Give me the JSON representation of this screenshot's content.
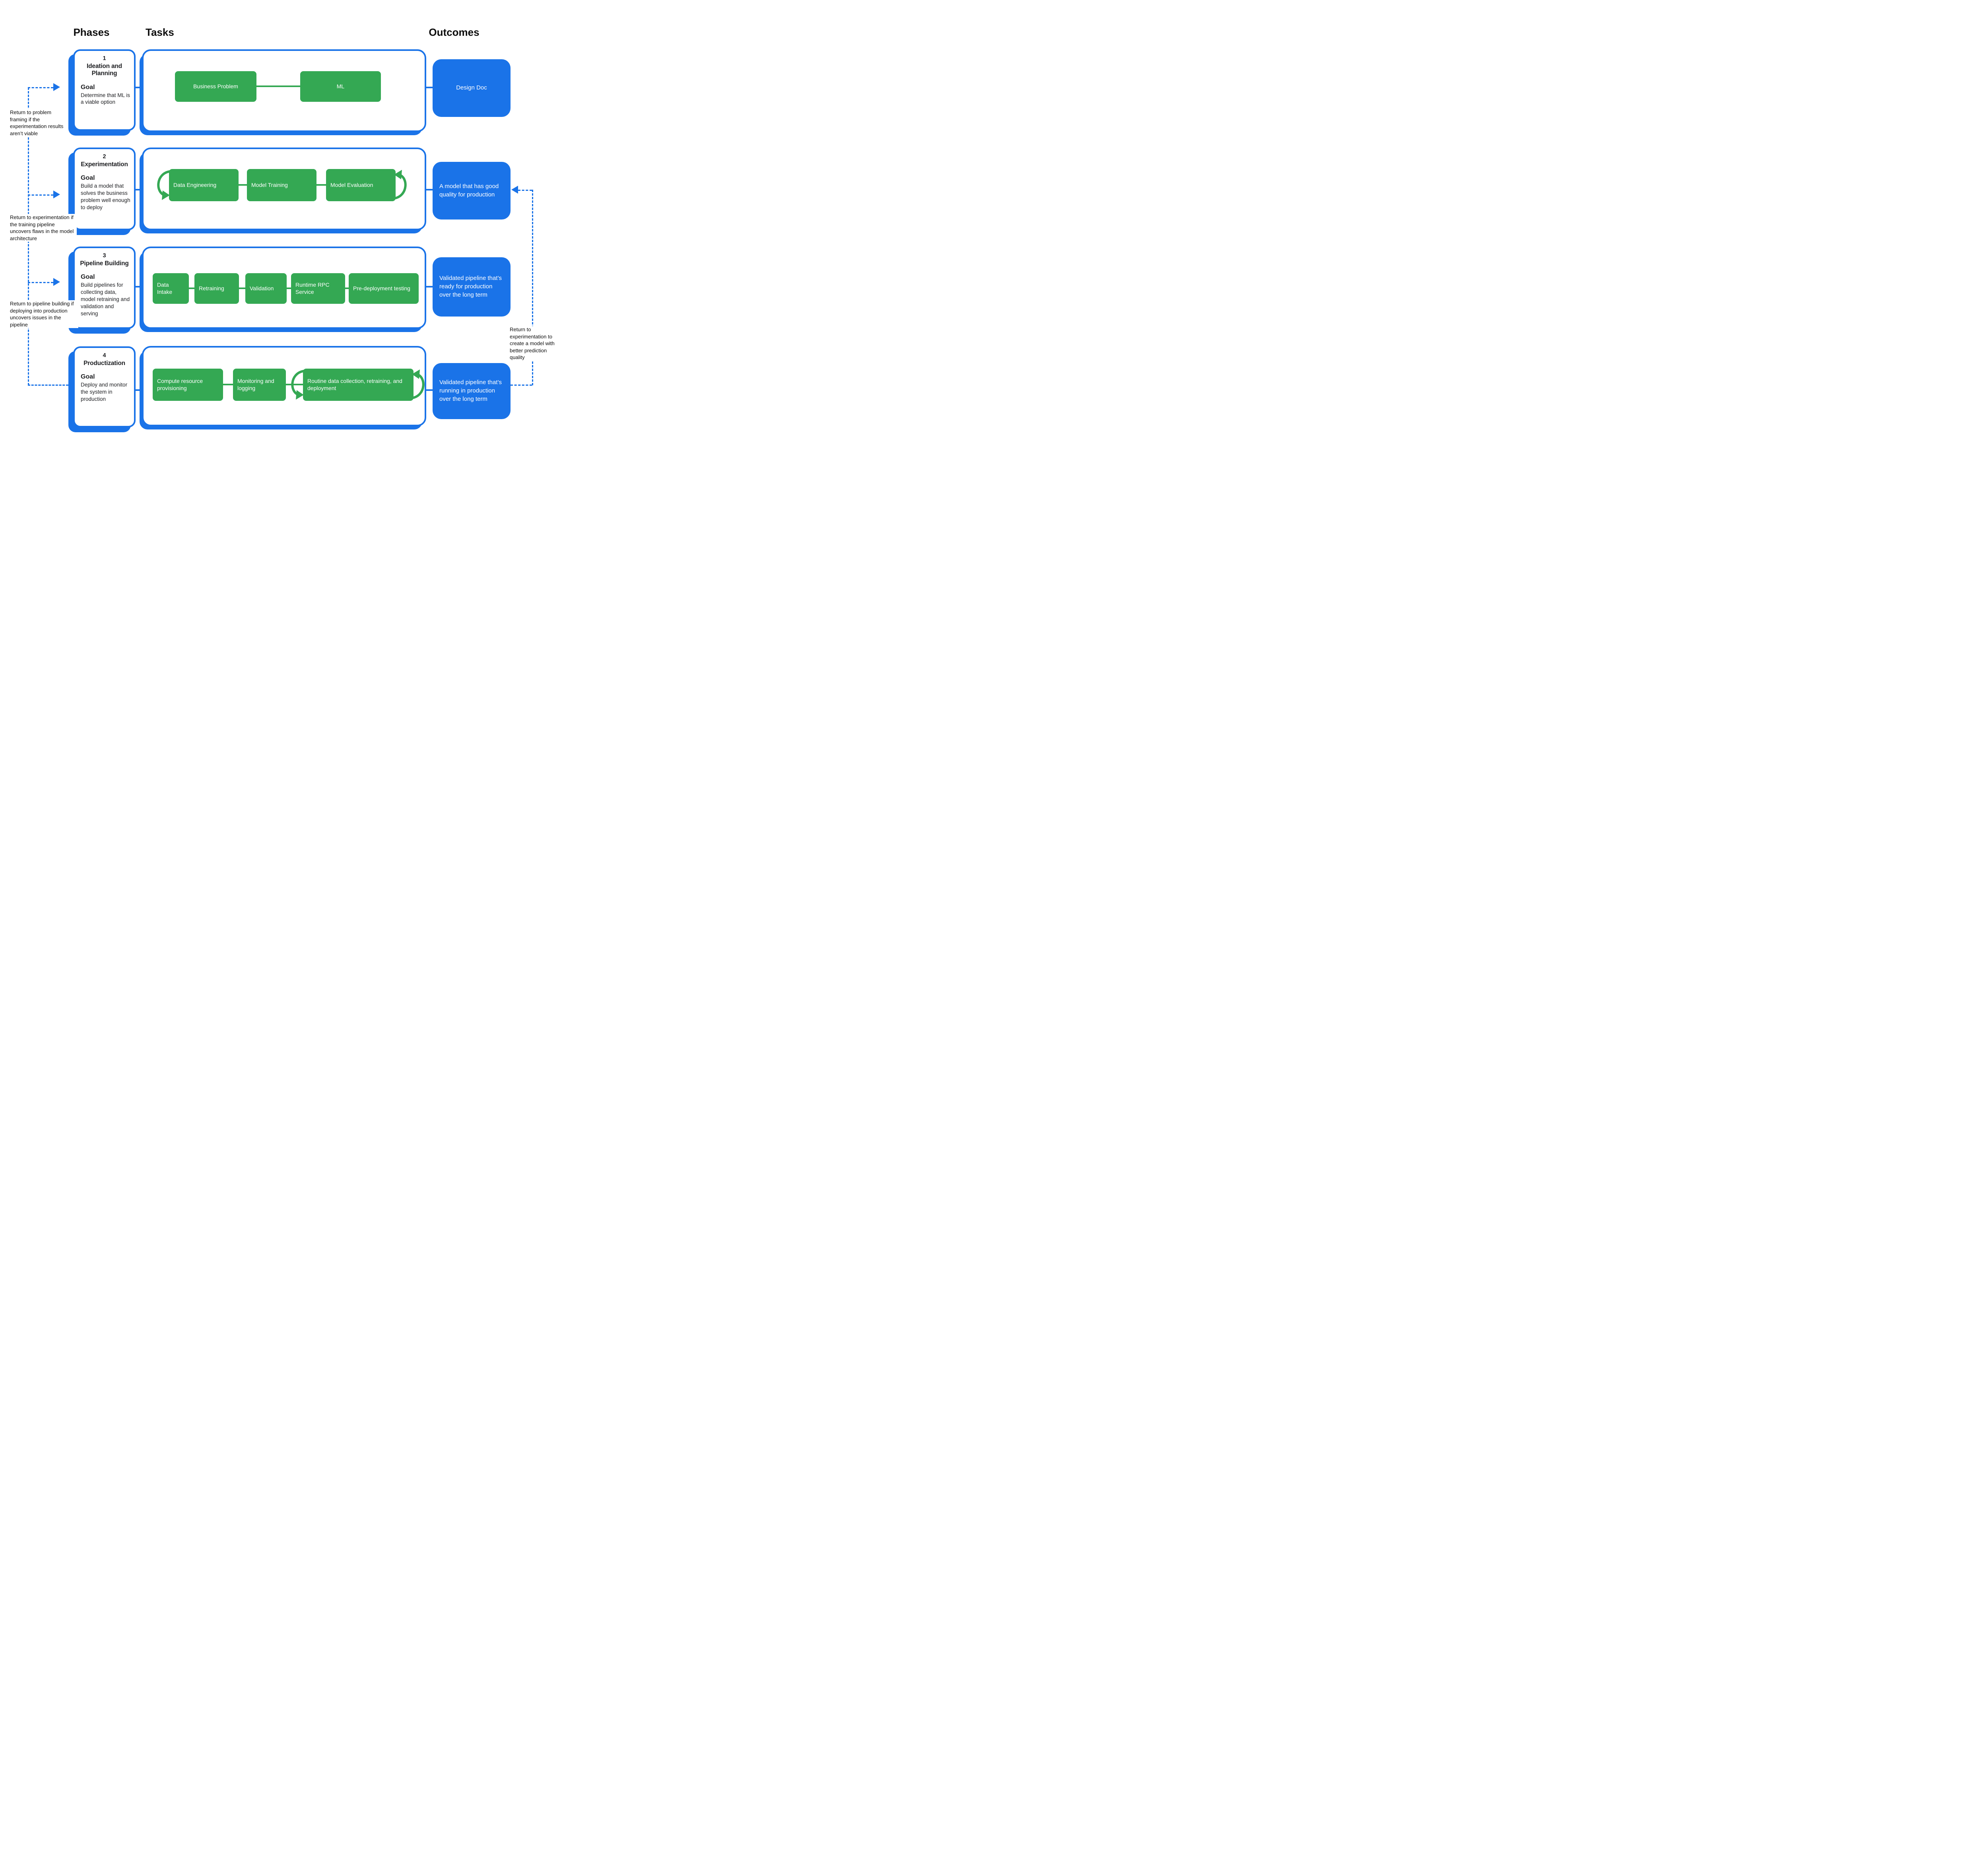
{
  "titles": {
    "phases": "Phases",
    "tasks": "Tasks",
    "outcomes": "Outcomes"
  },
  "phases": [
    {
      "number": "1",
      "title": "Ideation and Planning",
      "goal_label": "Goal",
      "goal": "Determine that ML is a viable option",
      "tasks": [
        "Business Problem",
        "ML"
      ],
      "outcome": "Design Doc"
    },
    {
      "number": "2",
      "title": "Experimentation",
      "goal_label": "Goal",
      "goal": "Build a model that solves the business problem well enough to deploy",
      "tasks": [
        "Data Engineering",
        "Model Training",
        "Model Evaluation"
      ],
      "outcome": "A model that has good quality for production"
    },
    {
      "number": "3",
      "title": "Pipeline Building",
      "goal_label": "Goal",
      "goal": "Build pipelines for collecting data, model retraining and validation and serving",
      "tasks": [
        "Data Intake",
        "Retraining",
        "Validation",
        "Runtime RPC Service",
        "Pre-deployment testing"
      ],
      "outcome": "Validated pipeline that’s ready for production over the long term"
    },
    {
      "number": "4",
      "title": "Productization",
      "goal_label": "Goal",
      "goal": "Deploy and monitor the system in production",
      "tasks": [
        "Compute  resource provisioning",
        "Monitoring and logging",
        "Routine data collection, retraining, and deployment"
      ],
      "outcome": "Validated pipeline that’s running in production over the long term"
    }
  ],
  "annotations": {
    "left": [
      "Return to problem framing if the experimentation results aren’t viable",
      "Return to experimentation if the training pipeline uncovers flaws in the model architecture",
      "Return to pipeline building if deploying into production uncovers issues in the pipeline"
    ],
    "right": "Return to experimentation to create a model with better prediction quality"
  },
  "colors": {
    "blue": "#1a73e8",
    "green": "#34a853",
    "text": "#202124"
  }
}
